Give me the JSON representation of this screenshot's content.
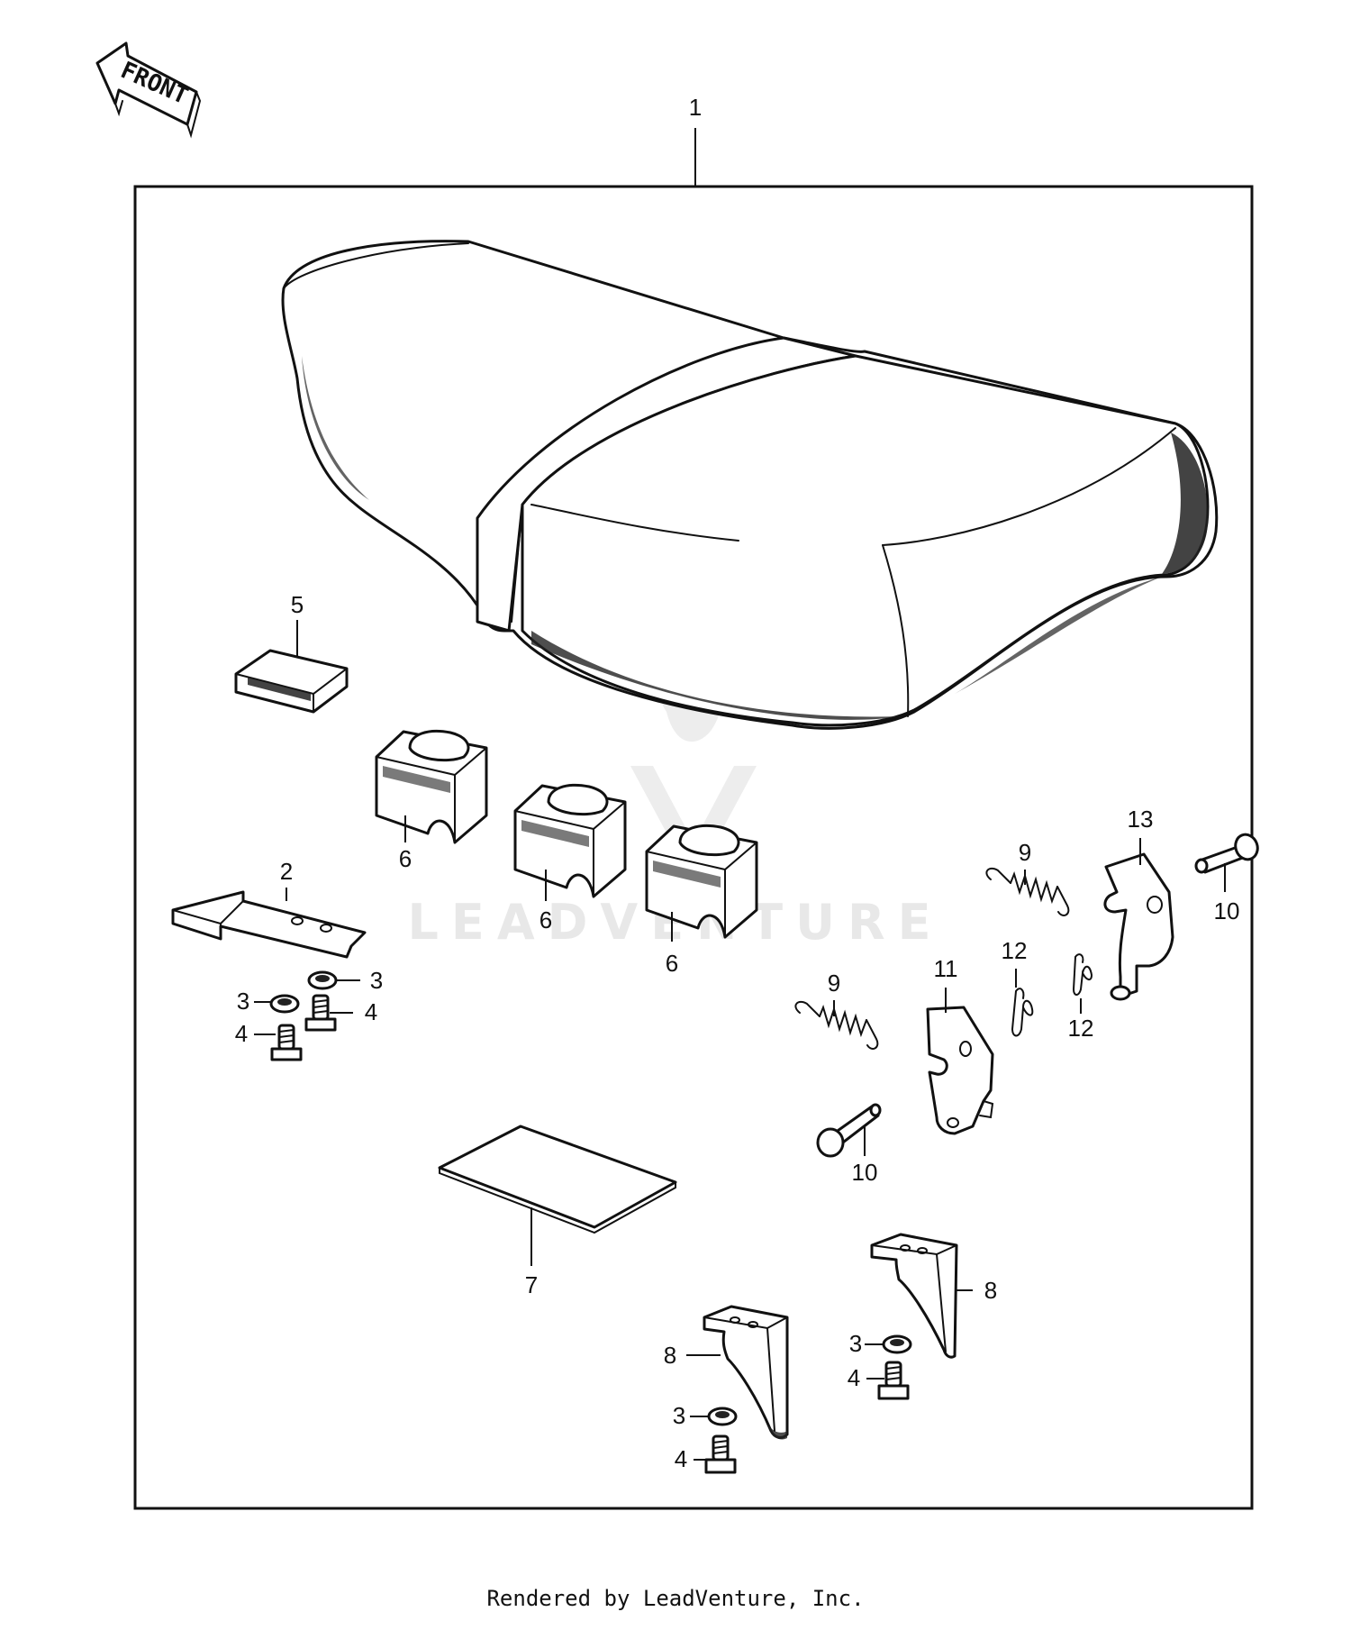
{
  "front_arrow": {
    "text": "FRONT"
  },
  "watermark": {
    "text": "LEADVENTURE"
  },
  "callouts": {
    "c1": "1",
    "c2": "2",
    "c3a": "3",
    "c3b": "3",
    "c3c": "3",
    "c3d": "3",
    "c4a": "4",
    "c4b": "4",
    "c4c": "4",
    "c4d": "4",
    "c5": "5",
    "c6a": "6",
    "c6b": "6",
    "c6c": "6",
    "c7": "7",
    "c8a": "8",
    "c8b": "8",
    "c9a": "9",
    "c9b": "9",
    "c10a": "10",
    "c10b": "10",
    "c11": "11",
    "c12a": "12",
    "c12b": "12",
    "c13": "13"
  },
  "footer": {
    "text": "Rendered by LeadVenture, Inc."
  }
}
